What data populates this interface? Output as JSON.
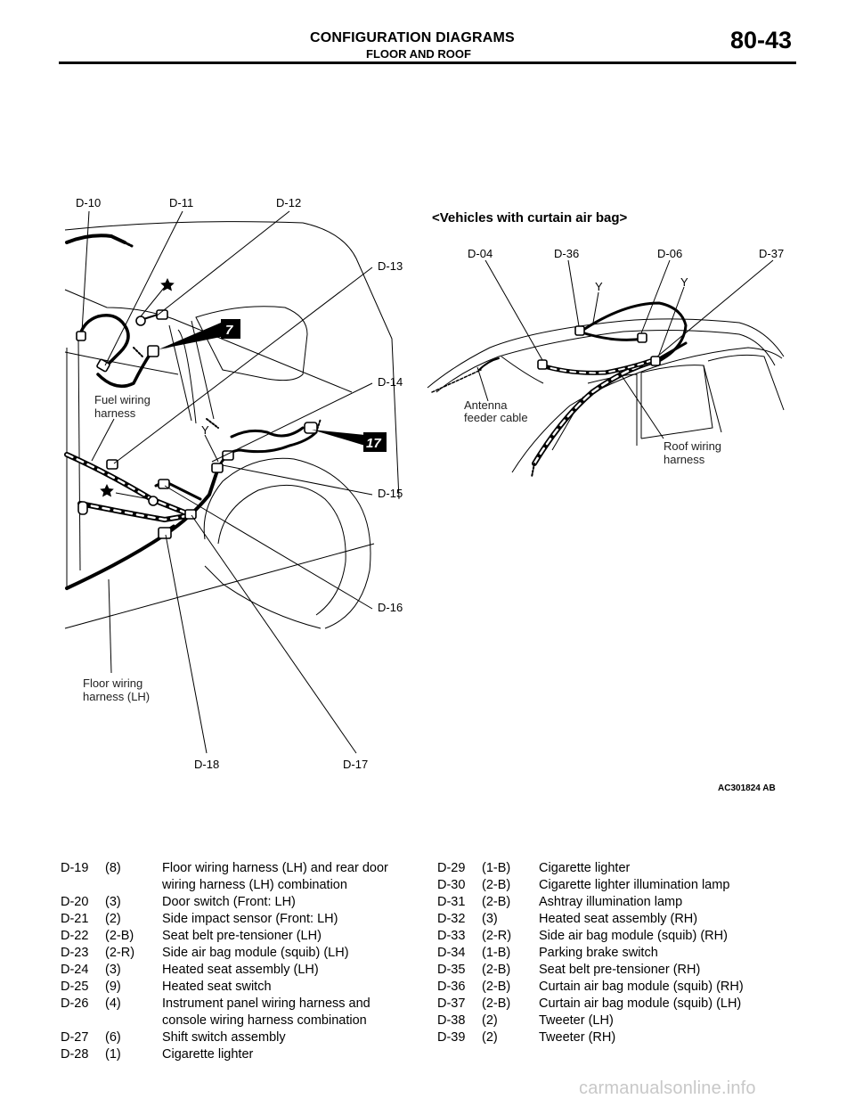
{
  "header": {
    "title": "CONFIGURATION DIAGRAMS",
    "subtitle": "FLOOR AND ROOF",
    "page": "80-43"
  },
  "diagram_left": {
    "connectors": [
      "D-10",
      "D-11",
      "D-12",
      "D-13",
      "D-14",
      "D-15",
      "D-16",
      "D-17",
      "D-18"
    ],
    "labels": {
      "fuel_harness": [
        "Fuel wiring",
        "harness"
      ],
      "floor_harness": [
        "Floor wiring",
        "harness (LH)"
      ],
      "y_mark": "Y"
    },
    "badges": [
      "7",
      "17"
    ]
  },
  "diagram_right": {
    "title": "<Vehicles with curtain air bag>",
    "connectors": [
      "D-04",
      "D-36",
      "D-06",
      "D-37"
    ],
    "labels": {
      "antenna": [
        "Antenna",
        "feeder cable"
      ],
      "roof_harness": [
        "Roof wiring",
        "harness"
      ],
      "y_mark_1": "Y",
      "y_mark_2": "Y"
    }
  },
  "figure_code": "AC301824 AB",
  "legend_left": [
    {
      "id": "D-19",
      "pins": "(8)",
      "desc": "Floor wiring harness (LH) and rear door wiring harness (LH) combination"
    },
    {
      "id": "D-20",
      "pins": "(3)",
      "desc": "Door switch (Front: LH)"
    },
    {
      "id": "D-21",
      "pins": "(2)",
      "desc": "Side impact sensor (Front: LH)"
    },
    {
      "id": "D-22",
      "pins": "(2-B)",
      "desc": "Seat belt pre-tensioner (LH)"
    },
    {
      "id": "D-23",
      "pins": "(2-R)",
      "desc": "Side air bag module (squib) (LH)"
    },
    {
      "id": "D-24",
      "pins": "(3)",
      "desc": "Heated seat assembly (LH)"
    },
    {
      "id": "D-25",
      "pins": "(9)",
      "desc": "Heated seat switch"
    },
    {
      "id": "D-26",
      "pins": "(4)",
      "desc": "Instrument panel wiring harness and console wiring harness combination"
    },
    {
      "id": "D-27",
      "pins": "(6)",
      "desc": "Shift switch assembly"
    },
    {
      "id": "D-28",
      "pins": "(1)",
      "desc": "Cigarette lighter"
    }
  ],
  "legend_right": [
    {
      "id": "D-29",
      "pins": "(1-B)",
      "desc": "Cigarette lighter"
    },
    {
      "id": "D-30",
      "pins": "(2-B)",
      "desc": "Cigarette lighter illumination lamp"
    },
    {
      "id": "D-31",
      "pins": "(2-B)",
      "desc": "Ashtray illumination lamp"
    },
    {
      "id": "D-32",
      "pins": "(3)",
      "desc": "Heated seat assembly (RH)"
    },
    {
      "id": "D-33",
      "pins": "(2-R)",
      "desc": "Side air bag module (squib) (RH)"
    },
    {
      "id": "D-34",
      "pins": "(1-B)",
      "desc": "Parking brake switch"
    },
    {
      "id": "D-35",
      "pins": "(2-B)",
      "desc": "Seat belt pre-tensioner (RH)"
    },
    {
      "id": "D-36",
      "pins": "(2-B)",
      "desc": "Curtain air bag module (squib) (RH)"
    },
    {
      "id": "D-37",
      "pins": "(2-B)",
      "desc": "Curtain air bag module (squib) (LH)"
    },
    {
      "id": "D-38",
      "pins": "(2)",
      "desc": "Tweeter (LH)"
    },
    {
      "id": "D-39",
      "pins": "(2)",
      "desc": "Tweeter (RH)"
    }
  ],
  "watermark": "carmanualsonline.info"
}
